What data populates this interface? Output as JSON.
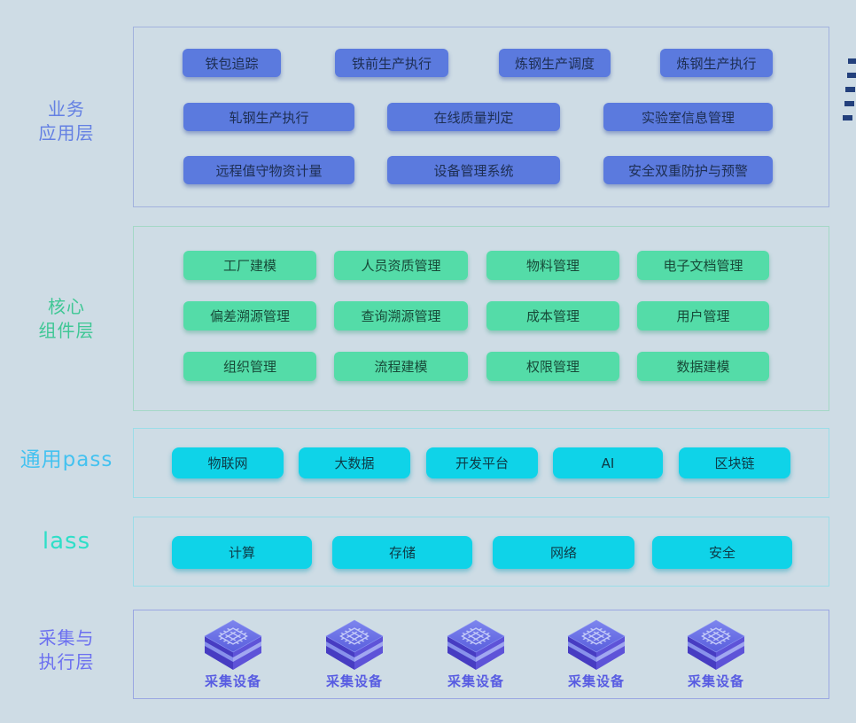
{
  "diagram": {
    "background": "#cedce5",
    "layers": [
      {
        "name": "业务应用层",
        "label_lines": [
          "业务",
          "应用层"
        ],
        "label_color": "#6480e3",
        "border_color": "#a2b2dd",
        "button_bg": "#5b7ade",
        "button_text_color": "#1d2e52",
        "rows": [
          [
            "铁包追踪",
            "铁前生产执行",
            "炼钢生产调度",
            "炼钢生产执行"
          ],
          [
            "轧钢生产执行",
            "在线质量判定",
            "实验室信息管理"
          ],
          [
            "远程值守物资计量",
            "设备管理系统",
            "安全双重防护与预警"
          ]
        ]
      },
      {
        "name": "核心组件层",
        "label_lines": [
          "核心",
          "组件层"
        ],
        "label_color": "#3fc795",
        "border_color": "#a4d8c6",
        "button_bg": "#54dca8",
        "button_text_color": "#174a38",
        "rows": [
          [
            "工厂建模",
            "人员资质管理",
            "物料管理",
            "电子文档管理"
          ],
          [
            "偏差溯源管理",
            "查询溯源管理",
            "成本管理",
            "用户管理"
          ],
          [
            "组织管理",
            "流程建模",
            "权限管理",
            "数据建模"
          ]
        ]
      },
      {
        "name": "通用pass",
        "label_lines": [
          "通用pass"
        ],
        "label_color": "#44c2f0",
        "border_color": "#9bdde8",
        "button_bg": "#0fd3e8",
        "button_text_color": "#0d3a46",
        "rows": [
          [
            "物联网",
            "大数据",
            "开发平台",
            "AI",
            "区块链"
          ]
        ]
      },
      {
        "name": "lass",
        "label_lines": [
          "lass"
        ],
        "label_color": "#2edfc8",
        "border_color": "#9bdde8",
        "button_bg": "#0fd3e8",
        "button_text_color": "#0d3a46",
        "rows": [
          [
            "计算",
            "存储",
            "网络",
            "安全"
          ]
        ]
      },
      {
        "name": "采集与执行层",
        "label_lines": [
          "采集与",
          "执行层"
        ],
        "label_color": "#6b6ff0",
        "border_color": "#9aa7e2",
        "device_label_color": "#585ce2",
        "devices": [
          "采集设备",
          "采集设备",
          "采集设备",
          "采集设备",
          "采集设备"
        ]
      }
    ],
    "decor": {
      "dash_color": "#23407c",
      "dash_count": 5
    }
  }
}
